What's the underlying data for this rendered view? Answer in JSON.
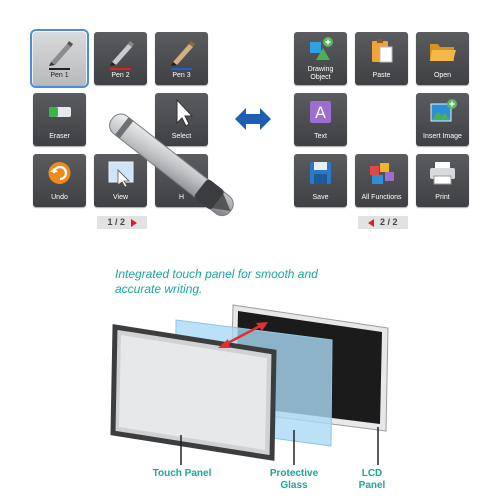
{
  "left_panel": {
    "tiles": [
      {
        "label": "Pen 1",
        "icon": "pen-icon",
        "underline": "#222222"
      },
      {
        "label": "Pen 2",
        "icon": "pen-icon",
        "underline": "#e02020"
      },
      {
        "label": "Pen 3",
        "icon": "pen-icon",
        "underline": "#1e5fd1"
      },
      {
        "label": "Eraser",
        "icon": "eraser-icon"
      },
      {
        "label": "Select",
        "icon": "cursor-arrow-icon"
      },
      {
        "label": "Undo",
        "icon": "undo-icon"
      },
      {
        "label": "View",
        "icon": "view-icon"
      },
      {
        "label": "H",
        "icon": "hand-icon"
      }
    ],
    "pager": "1 / 2"
  },
  "right_panel": {
    "tiles": [
      {
        "label": "Drawing Object",
        "icon": "drawing-object-icon"
      },
      {
        "label": "Paste",
        "icon": "clipboard-icon"
      },
      {
        "label": "Open",
        "icon": "folder-icon"
      },
      {
        "label": "Text",
        "icon": "text-icon"
      },
      {
        "label": "Insert Image",
        "icon": "insert-image-icon"
      },
      {
        "label": "Save",
        "icon": "floppy-disk-icon"
      },
      {
        "label": "All Functions",
        "icon": "all-functions-icon"
      },
      {
        "label": "Print",
        "icon": "printer-icon"
      }
    ],
    "pager": "2 / 2"
  },
  "diagram": {
    "caption": "Integrated touch panel for smooth and accurate writing.",
    "labels": {
      "touch_panel": "Touch Panel",
      "protective_glass": "Protective Glass",
      "lcd_panel": "LCD Panel"
    }
  },
  "colors": {
    "accent_teal": "#1aa79a",
    "swap_arrow": "#1f5fb3",
    "selected_outline": "#4c8fd6",
    "pager_arrow": "#d9202a"
  }
}
